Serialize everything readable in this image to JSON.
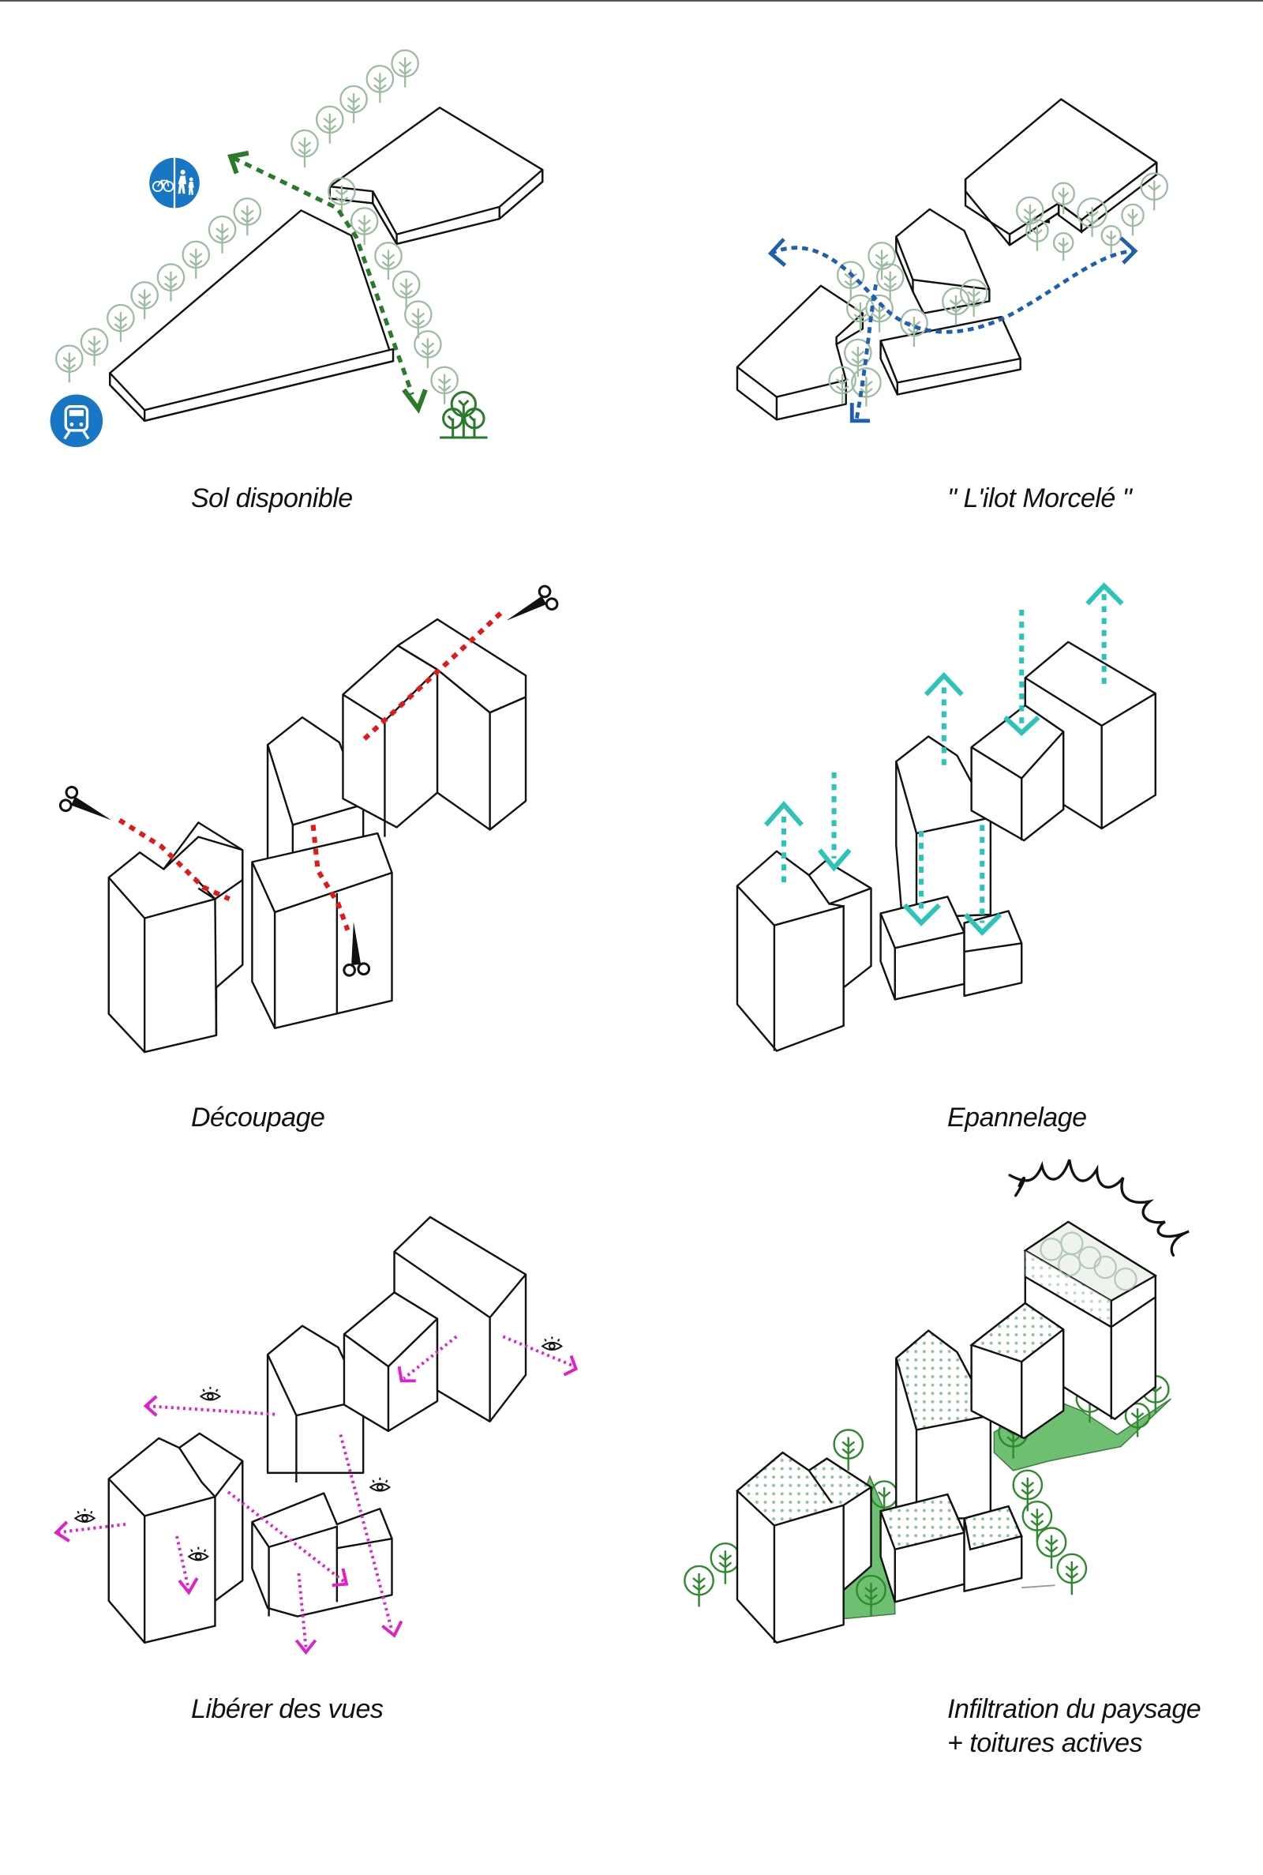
{
  "panels": [
    {
      "id": "sol-disponible",
      "caption": "Sol disponible",
      "arrow_color": "#2a7a2a",
      "icons": [
        "bike-pedestrian-sign-icon",
        "train-icon",
        "forest-park-icon"
      ]
    },
    {
      "id": "ilot-morcele",
      "caption": "\" L'ilot Morcelé \"",
      "arrow_color": "#1f5fb0"
    },
    {
      "id": "decoupage",
      "caption": "Découpage",
      "arrow_color": "#e01919",
      "icons": [
        "scissors-icon",
        "scissors-icon",
        "scissors-icon"
      ]
    },
    {
      "id": "epannelage",
      "caption": "Epannelage",
      "arrow_color": "#2cc4b8"
    },
    {
      "id": "liberer-vues",
      "caption": "Libérer des vues",
      "arrow_color": "#e020c8",
      "icons": [
        "eye-icon",
        "eye-icon",
        "eye-icon",
        "eye-icon",
        "eye-icon"
      ]
    },
    {
      "id": "infiltration",
      "caption_line1": "Infiltration du paysage",
      "caption_line2": "+ toitures actives",
      "arrow_color": "#3d9a44",
      "icons": [
        "sun-icon"
      ]
    }
  ],
  "colors": {
    "sign_blue": "#1877c4",
    "tree_light": "#9cbba0",
    "tree_dark": "#2f8a2f",
    "green_fill": "#6fbf72",
    "roof_dots": "#8fc098"
  }
}
